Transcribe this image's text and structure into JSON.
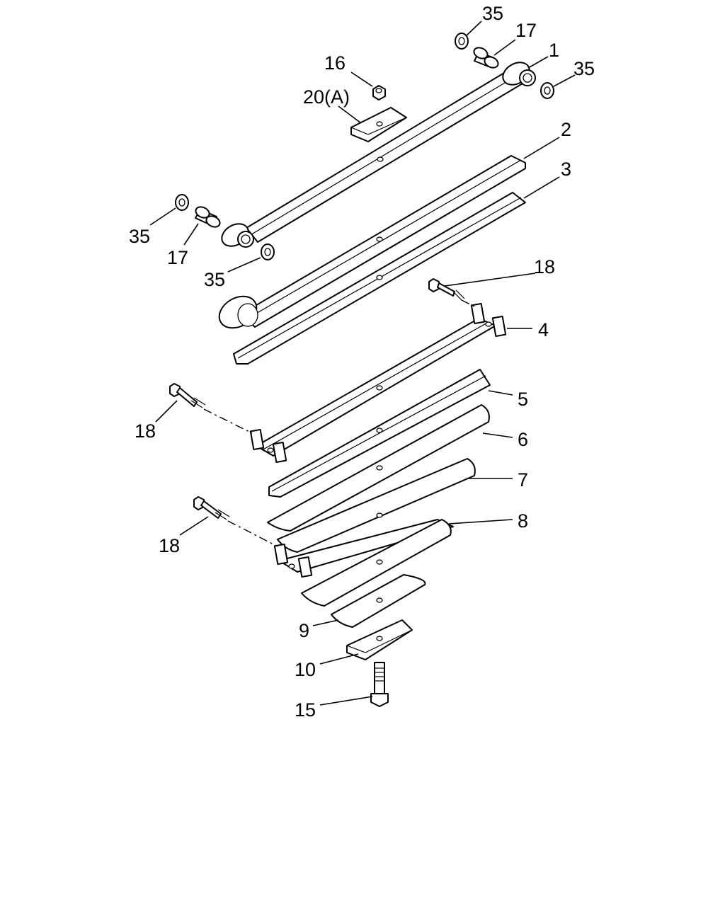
{
  "diagram": {
    "callouts": [
      {
        "id": "c35a",
        "text": "35"
      },
      {
        "id": "c17a",
        "text": "17"
      },
      {
        "id": "c1",
        "text": "1"
      },
      {
        "id": "c35b",
        "text": "35"
      },
      {
        "id": "c16",
        "text": "16"
      },
      {
        "id": "c20",
        "text": "20(A)"
      },
      {
        "id": "c2",
        "text": "2"
      },
      {
        "id": "c3",
        "text": "3"
      },
      {
        "id": "c35c",
        "text": "35"
      },
      {
        "id": "c17b",
        "text": "17"
      },
      {
        "id": "c35d",
        "text": "35"
      },
      {
        "id": "c18a",
        "text": "18"
      },
      {
        "id": "c4",
        "text": "4"
      },
      {
        "id": "c5",
        "text": "5"
      },
      {
        "id": "c18b",
        "text": "18"
      },
      {
        "id": "c6",
        "text": "6"
      },
      {
        "id": "c7",
        "text": "7"
      },
      {
        "id": "c8",
        "text": "8"
      },
      {
        "id": "c18c",
        "text": "18"
      },
      {
        "id": "c9",
        "text": "9"
      },
      {
        "id": "c10",
        "text": "10"
      },
      {
        "id": "c15",
        "text": "15"
      }
    ]
  }
}
